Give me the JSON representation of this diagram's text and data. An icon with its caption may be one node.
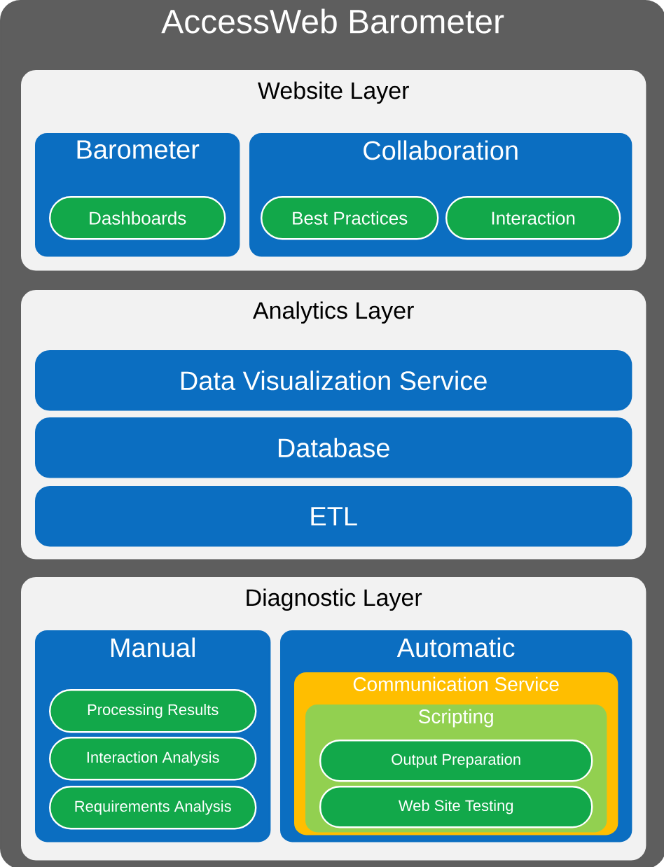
{
  "diagram": {
    "nodes": [
      {
        "text": [
          "AccessWeb Barometer"
        ]
      },
      {
        "text": [
          "Website Layer"
        ],
        "in": 0
      },
      {
        "text": [
          "Barometer"
        ],
        "in": 1
      },
      {
        "text": [
          "Dashboards"
        ],
        "in": 2
      },
      {
        "text": [
          "Collaboration"
        ],
        "in": 1
      },
      {
        "text": [
          "Best Practices"
        ],
        "in": 4
      },
      {
        "text": [
          "Interaction"
        ],
        "in": 4
      },
      {
        "text": [
          "Analytics Layer"
        ],
        "in": 0
      },
      {
        "text": [
          "Data Visualization Service"
        ],
        "in": 7
      },
      {
        "text": [
          "Database"
        ],
        "in": 7
      },
      {
        "text": [
          "ETL"
        ],
        "in": 7
      },
      {
        "text": [
          "Diagnostic Layer"
        ],
        "in": 0
      },
      {
        "text": [
          "Manual"
        ],
        "in": 11
      },
      {
        "text": [
          "Processing Results"
        ],
        "in": 12
      },
      {
        "text": [
          "Interaction Analysis"
        ],
        "in": 12
      },
      {
        "text": [
          "Requirements Analysis"
        ],
        "in": 12
      },
      {
        "text": [
          "Automatic"
        ],
        "in": 11
      },
      {
        "text": [
          "Communication Service"
        ],
        "in": 16
      },
      {
        "text": [
          "Scripting"
        ],
        "in": 17
      },
      {
        "text": [
          "Output Preparation"
        ],
        "in": 18
      },
      {
        "text": [
          "Web Site Testing"
        ],
        "in": 18
      }
    ]
  }
}
